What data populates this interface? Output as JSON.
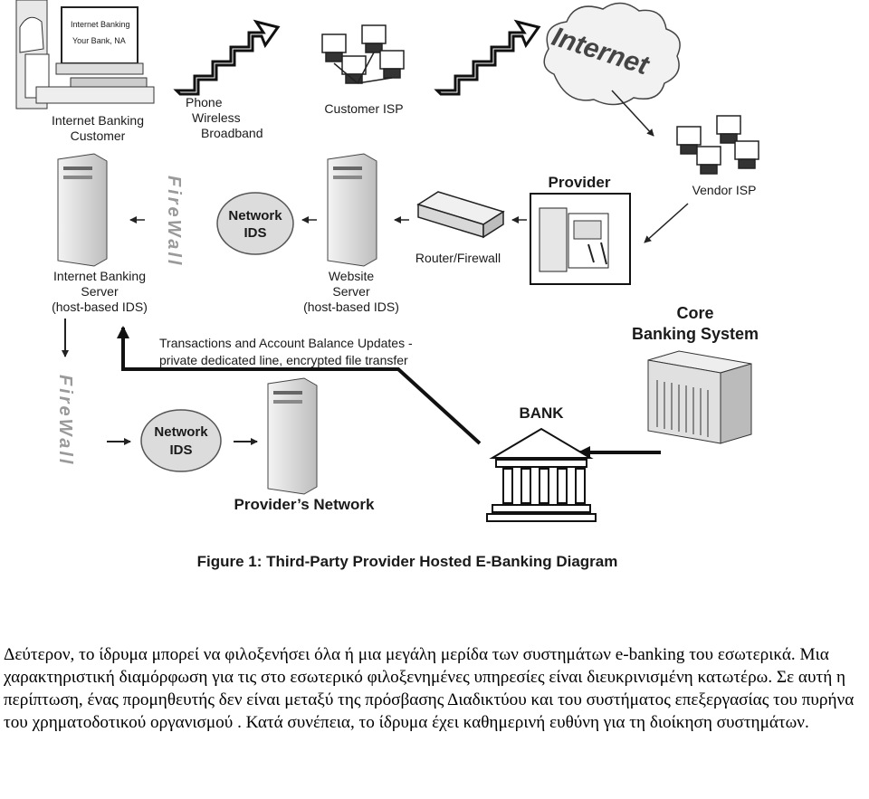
{
  "diagram": {
    "customer_screen": {
      "line1": "Internet Banking",
      "line2": "Your Bank, NA"
    },
    "customer_label": [
      "Internet Banking",
      "Customer"
    ],
    "phone_label": [
      "Phone",
      "Wireless",
      "Broadband"
    ],
    "customer_isp_label": "Customer ISP",
    "internet_label": "Internet",
    "vendor_isp_label": "Vendor ISP",
    "provider_label": "Provider",
    "router_label": "Router/Firewall",
    "network_ids_top": [
      "Network",
      "IDS"
    ],
    "network_ids_bottom": [
      "Network",
      "IDS"
    ],
    "firewall_top": "FireWall",
    "firewall_left": "FireWall",
    "ib_server_label": [
      "Internet Banking",
      "Server",
      "(host-based IDS)"
    ],
    "website_server_label": [
      "Website",
      "Server",
      "(host-based IDS)"
    ],
    "transactions_label": [
      "Transactions and Account Balance Updates -",
      "private dedicated line, encrypted file transfer"
    ],
    "core_banking_label": [
      "Core",
      "Banking System"
    ],
    "bank_label": "BANK",
    "providers_network_label": "Provider’s Network",
    "caption": "Figure 1: Third-Party Provider Hosted E-Banking Diagram"
  },
  "paragraph": "Δεύτερον, το ίδρυμα μπορεί να φιλοξενήσει όλα ή μια μεγάλη μερίδα των συστημάτων e-banking του εσωτερικά. Μια χαρακτηριστική διαμόρφωση για τις στο εσωτερικό φιλοξενημένες υπηρεσίες είναι διευκρινισμένη κατωτέρω. Σε αυτή η περίπτωση, ένας προμηθευτής δεν είναι μεταξύ της πρόσβασης Διαδικτύου και του συστήματος επεξεργασίας του πυρήνα του χρηματοδοτικού οργανισμού . Κατά συνέπεια, το ίδρυμα έχει καθημερινή ευθύνη για τη διοίκηση συστημάτων."
}
